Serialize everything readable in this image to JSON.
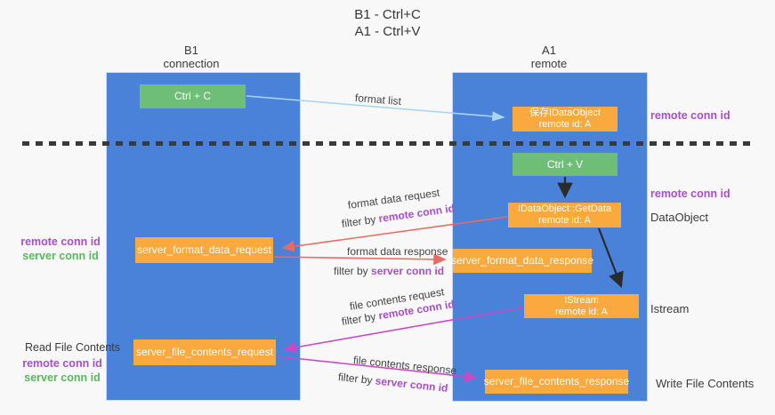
{
  "title": {
    "line1": "B1 - Ctrl+C",
    "line2": "A1 - Ctrl+V"
  },
  "columns": {
    "b1": {
      "name": "B1",
      "type": "connection"
    },
    "a1": {
      "name": "A1",
      "type": "remote"
    }
  },
  "nodes": {
    "ctrl_c": {
      "label": "Ctrl + C"
    },
    "save_idataobject": {
      "line1": "保存IDataObject",
      "line2": "remote id: A"
    },
    "ctrl_v": {
      "label": "Ctrl + V"
    },
    "idataobject_getdata": {
      "line1": "IDataObject::GetData",
      "line2": "remote id: A"
    },
    "istream": {
      "line1": "IStream",
      "line2": "remote id: A"
    },
    "server_format_data_request": {
      "label": "server_format_data_request"
    },
    "server_format_data_response": {
      "label": "server_format_data_response"
    },
    "server_file_contents_request": {
      "label": "server_file_contents_request"
    },
    "server_file_contents_response": {
      "label": "server_file_contents_response"
    }
  },
  "messages": {
    "format_list": "format list",
    "format_data_request": "format data request",
    "format_data_response": "format data response",
    "file_contents_request": "file contents request",
    "file_contents_response": "file contents response",
    "filter_by": "filter by ",
    "remote_conn_id": "remote conn id",
    "server_conn_id": "server conn id"
  },
  "side_labels": {
    "remote_conn_id_top": "remote conn id",
    "remote_conn_id_mid": "remote conn id",
    "dataobject": "DataObject",
    "istream": "Istream",
    "write_file_contents": "Write File Contents",
    "read_file_contents": "Read File Contents",
    "remote_conn_id": "remote conn id",
    "server_conn_id": "server conn id"
  },
  "colors": {
    "lifeline_blue": "#4a81d9",
    "node_orange": "#f9a93e",
    "node_green": "#6fbe77",
    "remote_conn_id_purple": "#a74fc6",
    "server_conn_id_green": "#57b95c",
    "arrow_red": "#e96b62",
    "arrow_magenta": "#c94ac4",
    "arrow_blue": "#a9d5f5",
    "arrow_black": "#2b2b2b",
    "background": "#f8f8f8"
  }
}
